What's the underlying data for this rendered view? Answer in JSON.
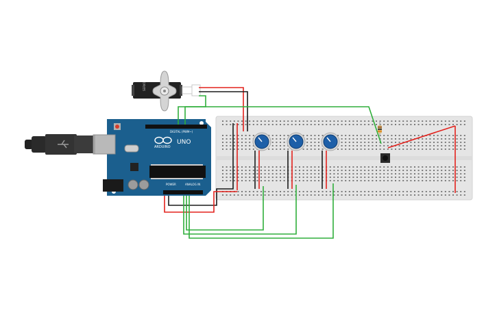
{
  "arduino": {
    "logo_text": "ARDUINO",
    "model_text": "UNO",
    "digital_label": "DIGITAL (PWM~)",
    "analog_label": "ANALOG IN",
    "power_label": "POWER",
    "chip_color": "#111111"
  },
  "servo": {
    "body_label": "SERVO"
  },
  "components": {
    "usb_cable": "usb-cable",
    "potentiometer_count": 3,
    "pushbutton_count": 1,
    "resistor_count": 1
  },
  "colors": {
    "board": "#1b5f8e",
    "breadboard": "#e5e5e5",
    "wire_red": "#e3201b",
    "wire_black": "#1a1a1a",
    "wire_green": "#2eae3a",
    "pot_knob": "#1d5fa8",
    "background": "#ffffff"
  }
}
